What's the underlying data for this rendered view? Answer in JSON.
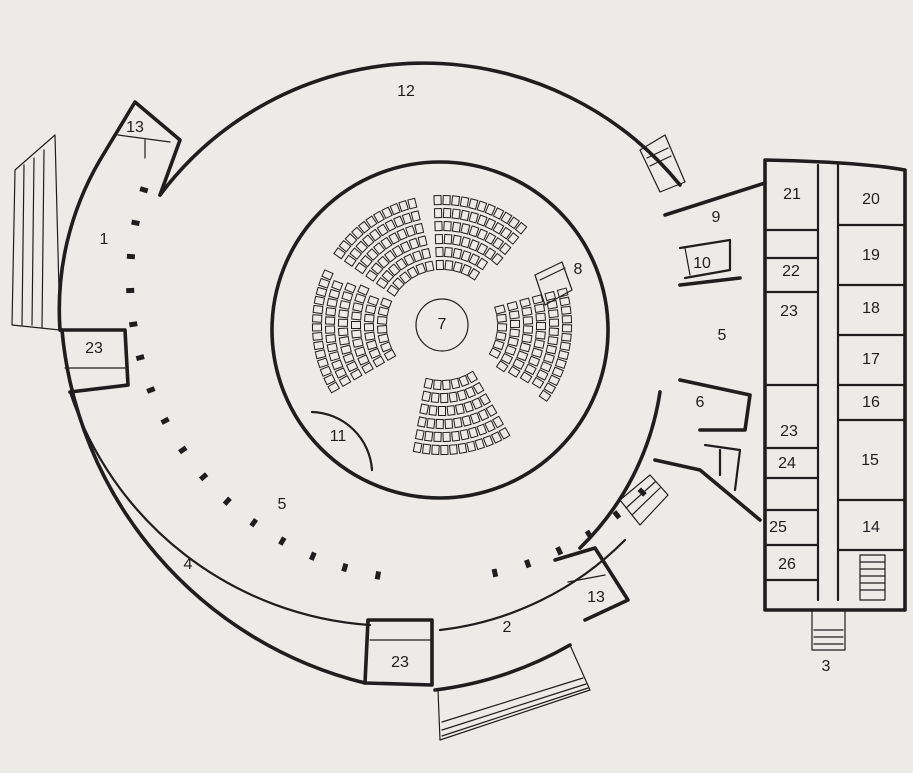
{
  "rooms": [
    {
      "id": "r1",
      "text": "1"
    },
    {
      "id": "r2",
      "text": "2"
    },
    {
      "id": "r3",
      "text": "3"
    },
    {
      "id": "r4",
      "text": "4"
    },
    {
      "id": "r5a",
      "text": "5"
    },
    {
      "id": "r5b",
      "text": "5"
    },
    {
      "id": "r6",
      "text": "6"
    },
    {
      "id": "r7",
      "text": "7"
    },
    {
      "id": "r8",
      "text": "8"
    },
    {
      "id": "r9",
      "text": "9"
    },
    {
      "id": "r10",
      "text": "10"
    },
    {
      "id": "r11",
      "text": "11"
    },
    {
      "id": "r12",
      "text": "12"
    },
    {
      "id": "r13a",
      "text": "13"
    },
    {
      "id": "r13b",
      "text": "13"
    },
    {
      "id": "r14",
      "text": "14"
    },
    {
      "id": "r15",
      "text": "15"
    },
    {
      "id": "r16",
      "text": "16"
    },
    {
      "id": "r17",
      "text": "17"
    },
    {
      "id": "r18",
      "text": "18"
    },
    {
      "id": "r19",
      "text": "19"
    },
    {
      "id": "r20",
      "text": "20"
    },
    {
      "id": "r21",
      "text": "21"
    },
    {
      "id": "r22",
      "text": "22"
    },
    {
      "id": "r23a",
      "text": "23"
    },
    {
      "id": "r23b",
      "text": "23"
    },
    {
      "id": "r23c",
      "text": "23"
    },
    {
      "id": "r23d",
      "text": "23"
    },
    {
      "id": "r24",
      "text": "24"
    },
    {
      "id": "r25",
      "text": "25"
    },
    {
      "id": "r26",
      "text": "26"
    }
  ],
  "colors": {
    "ink": "#1e1e1e",
    "paper": "#ecebe8"
  }
}
